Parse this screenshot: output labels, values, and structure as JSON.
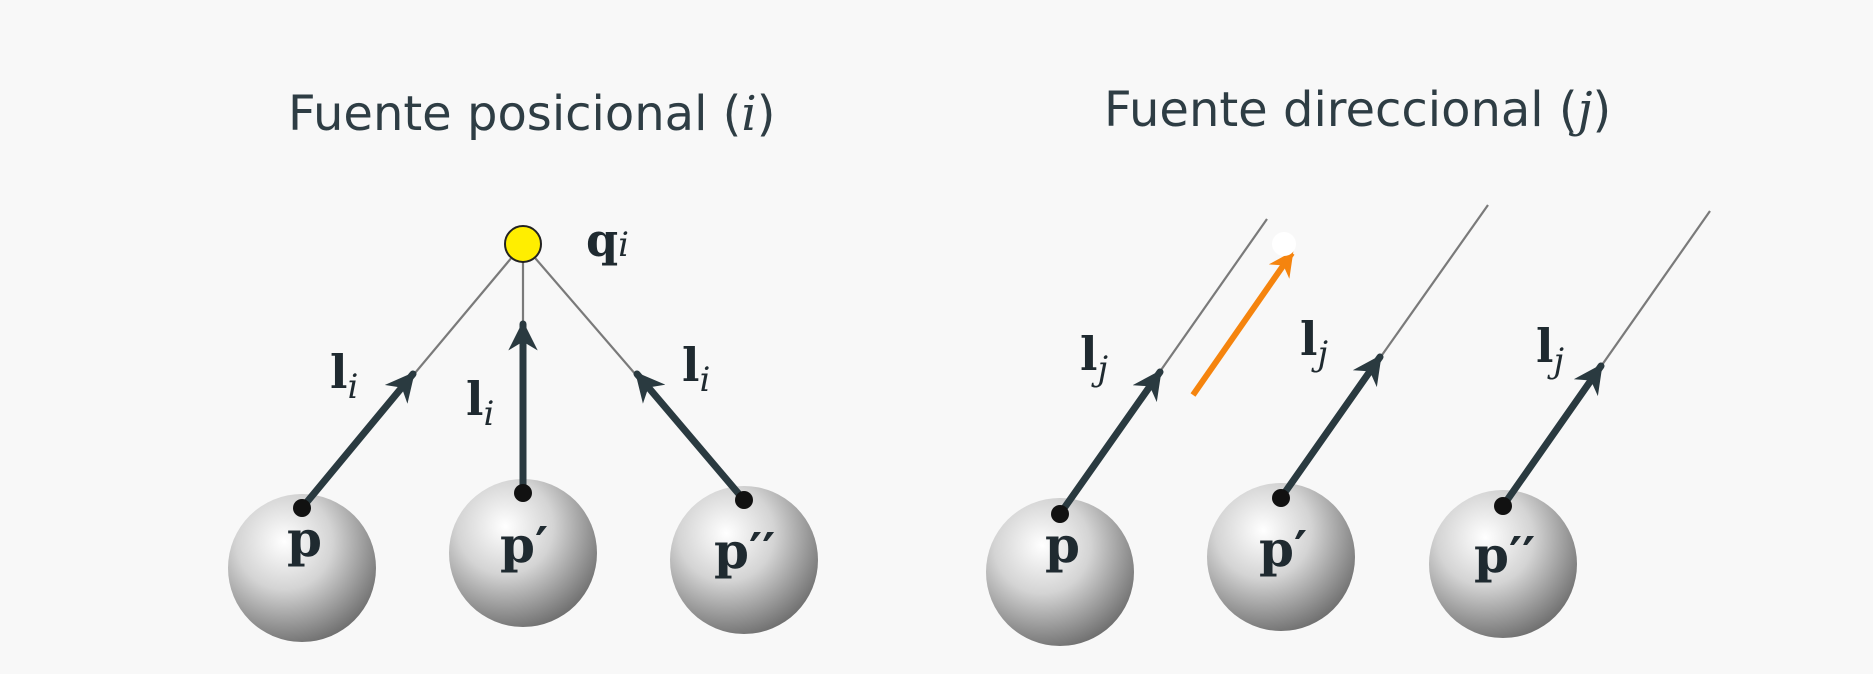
{
  "panels": {
    "positional": {
      "title_text": "Fuente posicional (",
      "title_var": "i",
      "title_close": ")",
      "light_label_base": "q",
      "light_label_sub": "i",
      "vector_label_base": "l",
      "vector_label_sub": "i"
    },
    "directional": {
      "title_text": "Fuente direccional (",
      "title_var": "j",
      "title_close": ")",
      "vector_label_base": "l",
      "vector_label_sub": "j"
    }
  },
  "points": [
    "p",
    "p′",
    "p′′"
  ],
  "colors": {
    "background": "#f8f8f8",
    "text": "#2e3d44",
    "vector": "#2a3a40",
    "ray": "#7a7a7a",
    "light_source": "#ffee00",
    "direction_arrow": "#f5840e",
    "sphere_light": "#ffffff",
    "sphere_dark": "#707070"
  }
}
